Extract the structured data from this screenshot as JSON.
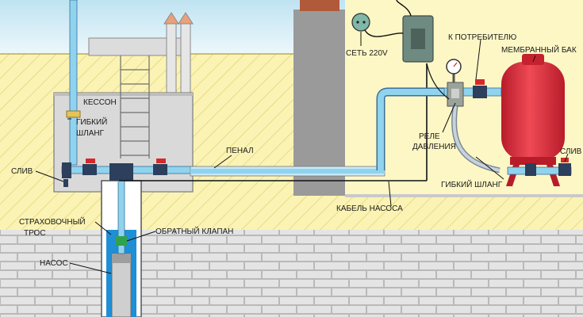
{
  "labels": {
    "caisson": "КЕССОН",
    "flex_hose_left_1": "ГИБКИЙ",
    "flex_hose_left_2": "ШЛАНГ",
    "drain_left": "СЛИВ",
    "safety_rope_1": "СТРАХОВОЧНЫЙ",
    "safety_rope_2": "ТРОС",
    "check_valve": "ОБРАТНЫЙ КЛАПАН",
    "pump": "НАСОС",
    "casing": "ПЕНАЛ",
    "pump_cable": "КАБЕЛЬ НАСОСА",
    "mains": "СЕТЬ 220V",
    "to_consumer": "К ПОТРЕБИТЕЛЮ",
    "membrane_tank": "МЕМБРАННЫЙ БАК",
    "pressure_switch_1": "РЕЛЕ",
    "pressure_switch_2": "ДАВЛЕНИЯ",
    "flex_hose_right": "ГИБКИЙ ШЛАНГ",
    "drain_right": "СЛИВ"
  },
  "colors": {
    "sky_top": "#bfe3f2",
    "sky_bottom": "#eef8fb",
    "soil": "#fbf3b4",
    "soil_hatch": "#dccf6e",
    "brick": "#e4e4e4",
    "mortar": "#b9b9b9",
    "pipe_blue": "#8fd3ee",
    "pipe_dark": "#3a6f9a",
    "tank_red": "#e4313f",
    "wall_gray": "#9a9a9a",
    "caisson_gray": "#d9d9d9",
    "water": "#1f8fd6",
    "valve_red": "#d22a2a"
  }
}
